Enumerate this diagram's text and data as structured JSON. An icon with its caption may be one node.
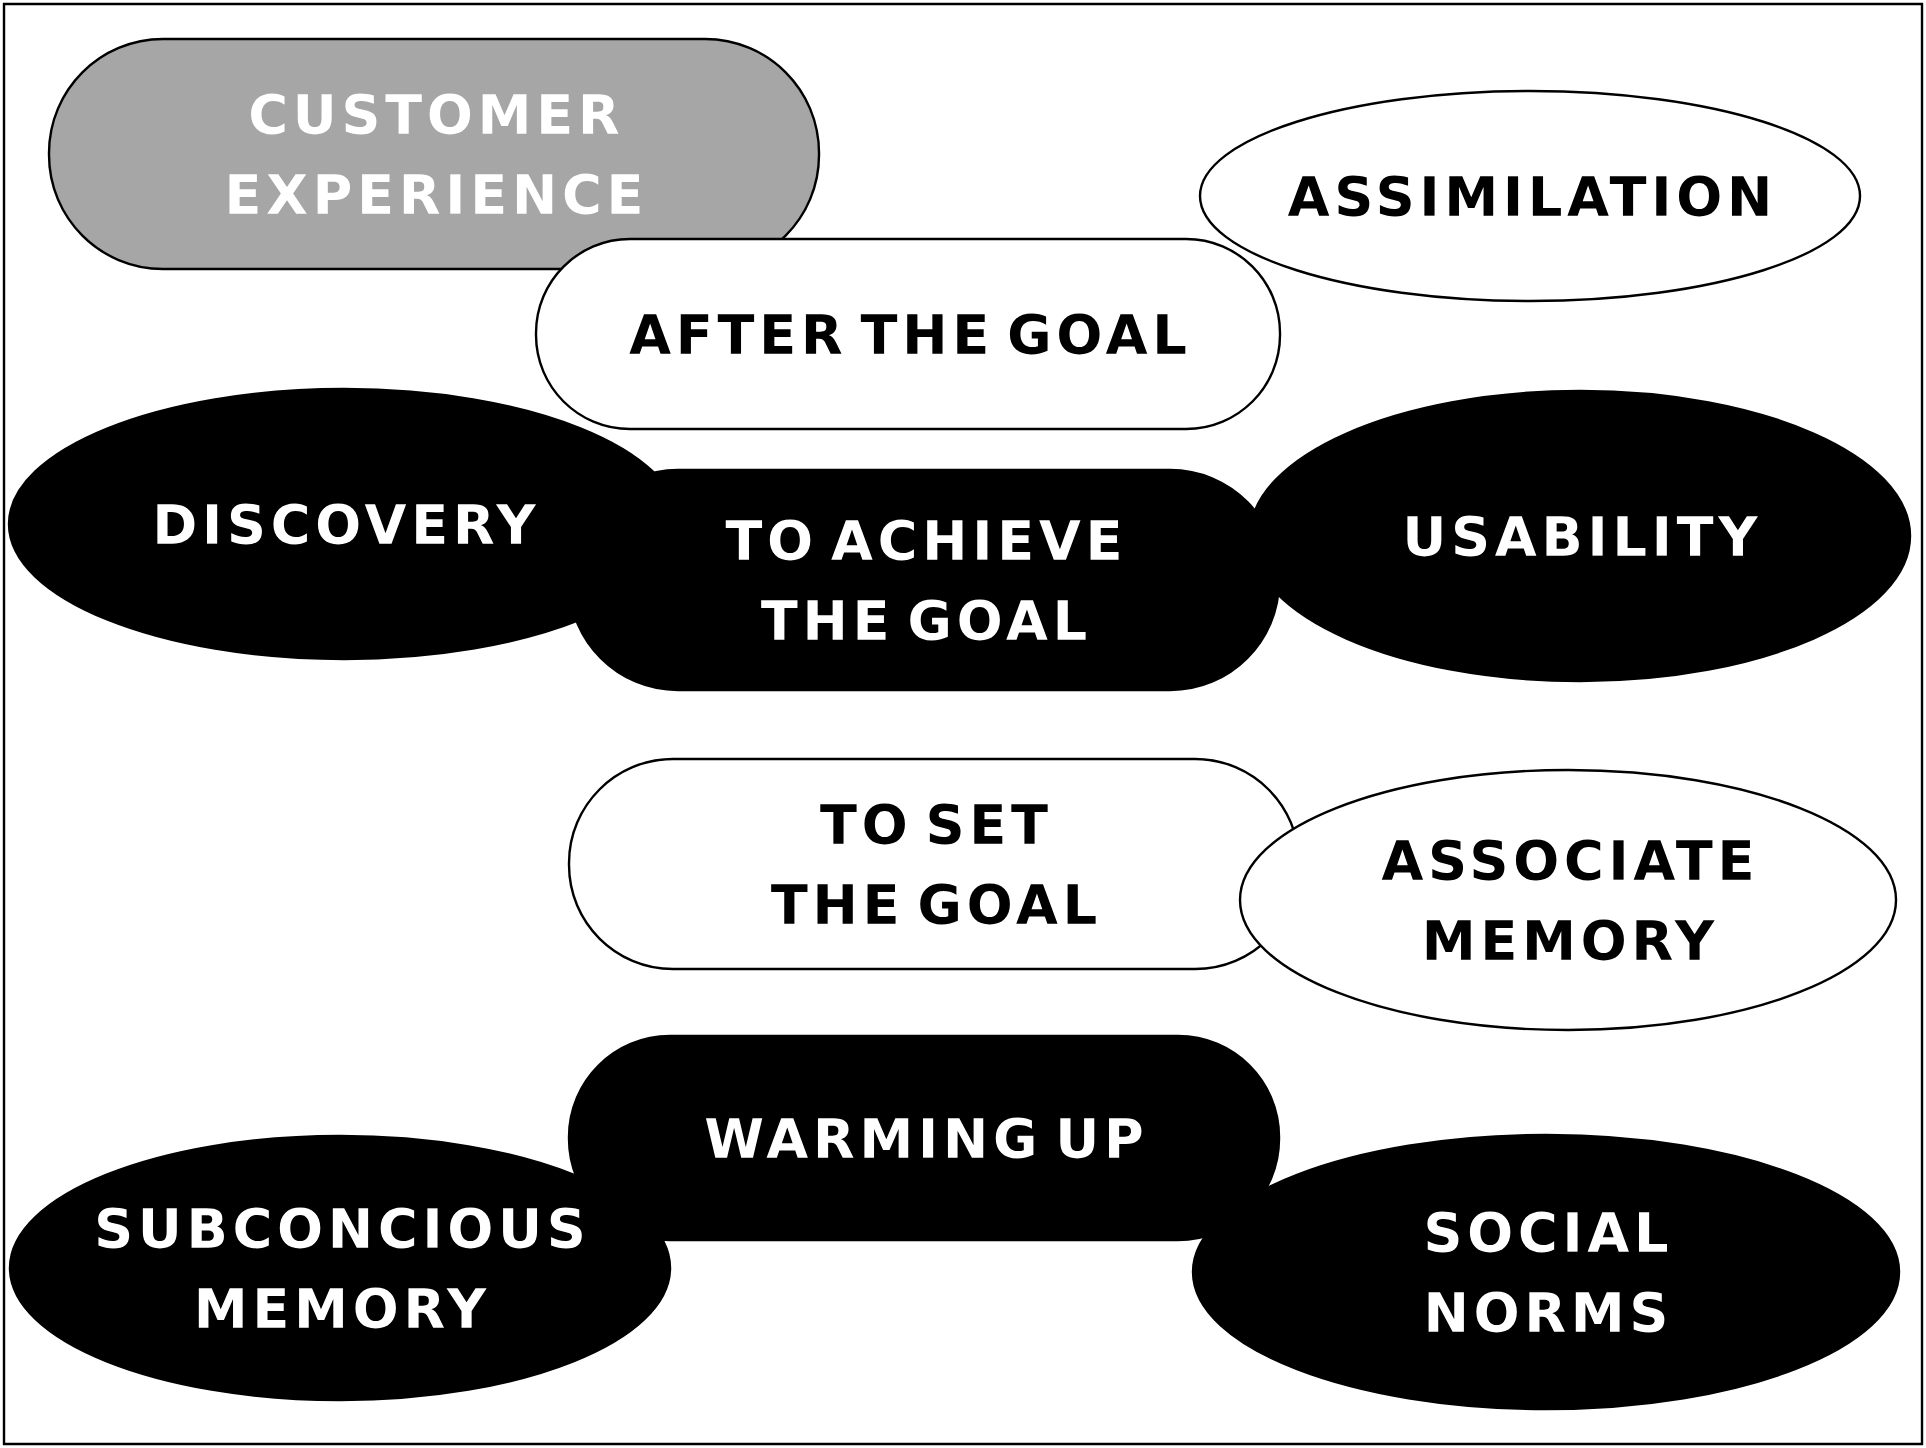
{
  "diagram": {
    "nodes": [
      {
        "text": [
          "CUSTOMER EXPERIENCE"
        ]
      },
      {
        "text": [
          "ASSIMILATION"
        ]
      },
      {
        "text": [
          "AFTER THE GOAL"
        ]
      },
      {
        "text": [
          "DISCOVERY"
        ]
      },
      {
        "text": [
          "TO ACHIEVE THE GOAL"
        ]
      },
      {
        "text": [
          "USABILITY"
        ]
      },
      {
        "text": [
          "TO SET THE GOAL"
        ]
      },
      {
        "text": [
          "ASSOCIATE MEMORY"
        ]
      },
      {
        "text": [
          "WARMING UP"
        ]
      },
      {
        "text": [
          "SUBCONCIOUS MEMORY"
        ]
      },
      {
        "text": [
          "SOCIAL NORMS"
        ]
      }
    ]
  }
}
